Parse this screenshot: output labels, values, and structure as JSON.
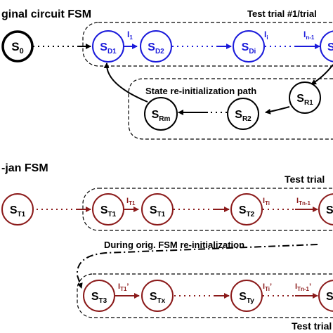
{
  "top_title": "ginal circuit FSM",
  "bottom_title": "-jan FSM",
  "label_test_trial_top": "Test trial #1/trial",
  "label_reinit_path": "State re-initialization path",
  "label_test_trial_mid": "Test trial",
  "label_during_reinit": "During orig. FSM re-initialization",
  "label_test_trial_bot": "Test trial",
  "colors": {
    "blue": "#1a1adb",
    "red": "#8b1a1a",
    "black": "#000000"
  },
  "states": {
    "s0": {
      "main": "S",
      "sub": "0"
    },
    "sd1": {
      "main": "S",
      "sub": "D1"
    },
    "sd2": {
      "main": "S",
      "sub": "D2"
    },
    "sdi": {
      "main": "S",
      "sub": "Di"
    },
    "sr1": {
      "main": "S",
      "sub": "R1"
    },
    "sr2": {
      "main": "S",
      "sub": "R2"
    },
    "srm": {
      "main": "S",
      "sub": "Rm"
    },
    "st1_entry": {
      "main": "S",
      "sub": "T1"
    },
    "st1_a": {
      "main": "S",
      "sub": "T1"
    },
    "st1_b": {
      "main": "S",
      "sub": "T1"
    },
    "st2": {
      "main": "S",
      "sub": "T2"
    },
    "st3": {
      "main": "S",
      "sub": "T3"
    },
    "stx": {
      "main": "S",
      "sub": "Tx"
    },
    "sty": {
      "main": "S",
      "sub": "Ty"
    }
  },
  "inputs": {
    "i1": {
      "main": "I",
      "sub": "1"
    },
    "ii": {
      "main": "I",
      "sub": "i"
    },
    "in1": {
      "main": "I",
      "sub": "n-1"
    },
    "it1": {
      "main": "I",
      "sub": "T1"
    },
    "iti": {
      "main": "I",
      "sub": "Ti"
    },
    "itn1": {
      "main": "I",
      "sub": "Tn-1"
    },
    "it1p": {
      "main": "I",
      "sub": "T1",
      "prime": "’"
    },
    "itip": {
      "main": "I",
      "sub": "Ti",
      "prime": "’"
    },
    "itn1p": {
      "main": "I",
      "sub": "Tn-1",
      "prime": "’"
    }
  }
}
